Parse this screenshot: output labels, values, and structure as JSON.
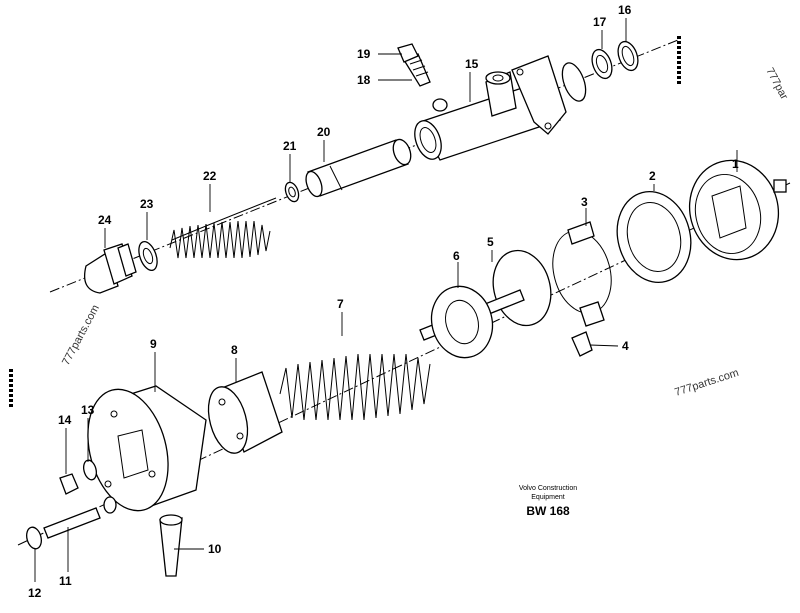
{
  "callouts": [
    "1",
    "2",
    "3",
    "4",
    "5",
    "6",
    "7",
    "8",
    "9",
    "10",
    "11",
    "12",
    "13",
    "14",
    "15",
    "16",
    "17",
    "18",
    "19",
    "20",
    "21",
    "22",
    "23",
    "24"
  ],
  "watermarks": [
    "777parts.com",
    "777parts.com",
    "777par"
  ],
  "caption": {
    "line1": "Volvo Construction",
    "line2": "Equipment",
    "code": "BW 168"
  }
}
